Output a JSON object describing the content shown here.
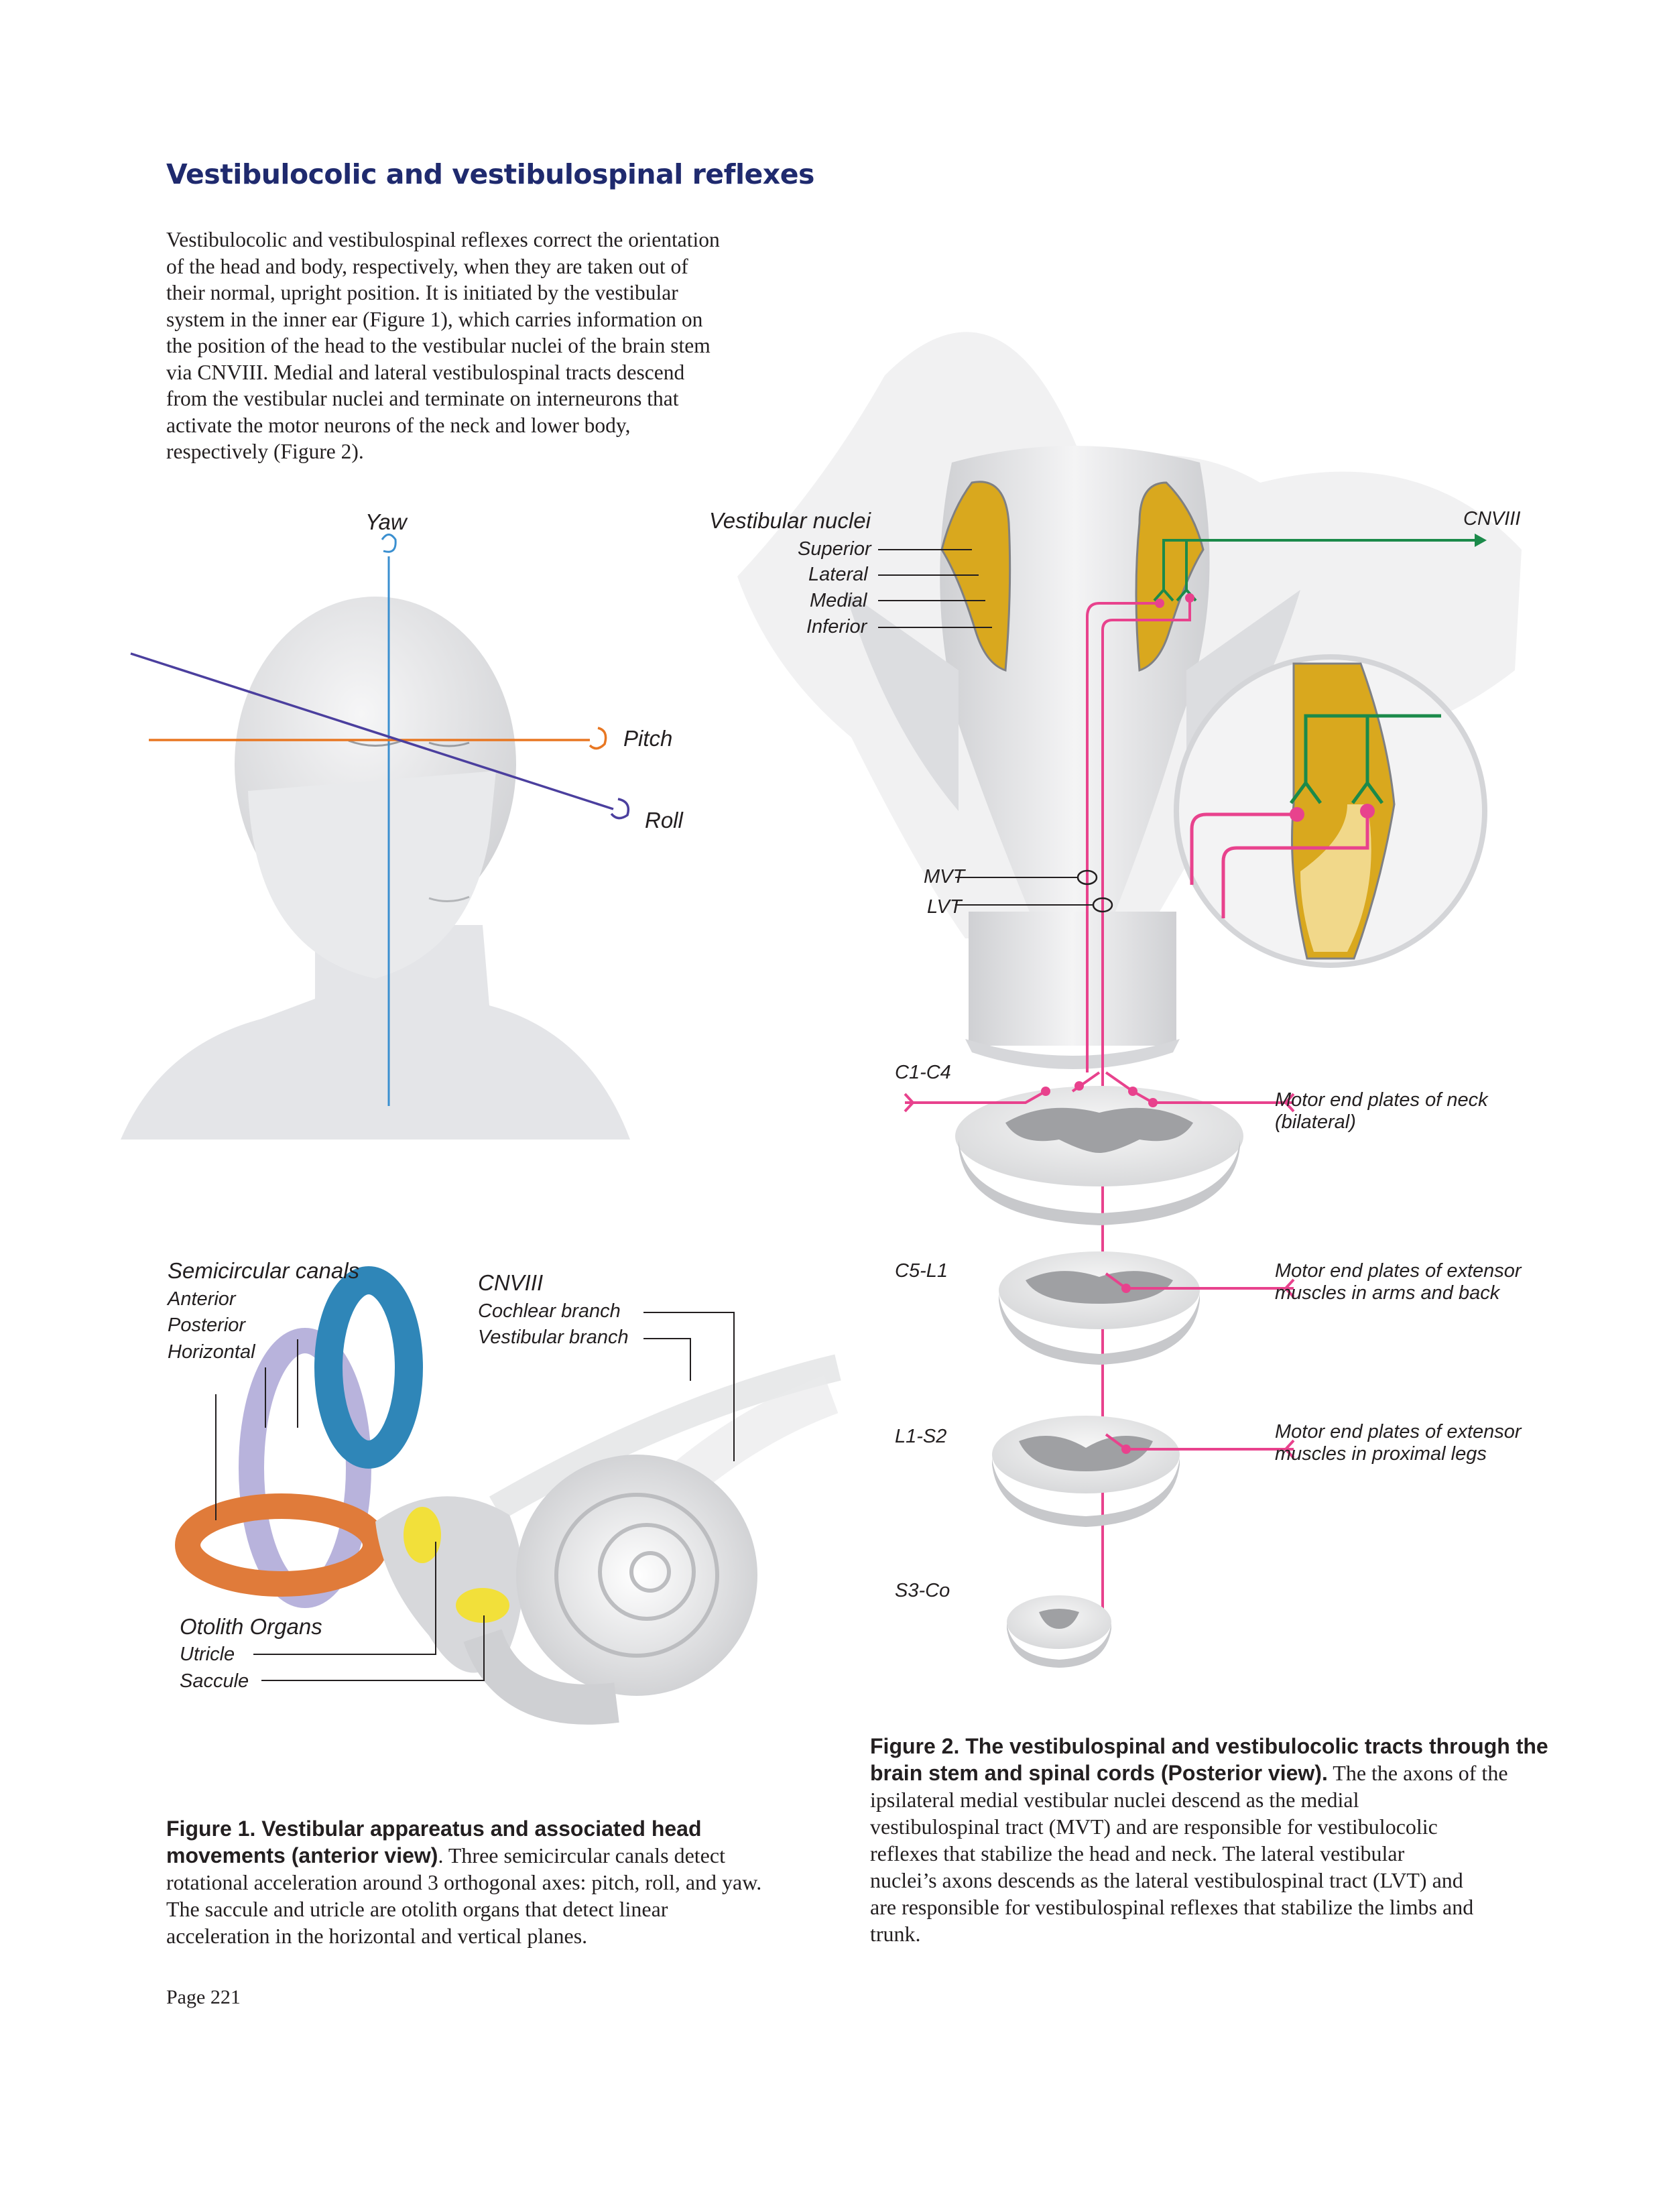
{
  "heading": "Vestibulocolic and vestibulospinal reflexes",
  "intro_lines": [
    "Vestibulocolic and vestibulospinal reflexes correct the orientation",
    "of the head and body, respectively, when they are taken out of",
    "their normal, upright position. It is initiated by the vestibular",
    "system in the inner ear (Figure 1), which carries information on",
    "the position of the head to the vestibular nuclei of the brain stem",
    "via CNVIII. Medial and lateral vestibulospinal tracts descend",
    "from the vestibular nuclei and terminate on interneurons that",
    "activate the motor neurons of the neck and lower body,",
    "respectively (Figure 2)."
  ],
  "head_axes": {
    "yaw": "Yaw",
    "pitch": "Pitch",
    "roll": "Roll"
  },
  "ear": {
    "semicircular_title": "Semicircular canals",
    "anterior": "Anterior",
    "posterior": "Posterior",
    "horizontal": "Horizontal",
    "cnviii_title": "CNVIII",
    "cochlear_branch": "Cochlear branch",
    "vestibular_branch": "Vestibular branch",
    "otolith_title": "Otolith Organs",
    "utricle": "Utricle",
    "saccule": "Saccule"
  },
  "brainstem": {
    "nuclei_title": "Vestibular nuclei",
    "superior": "Superior",
    "lateral": "Lateral",
    "medial": "Medial",
    "inferior": "Inferior",
    "cnviii": "CNVIII",
    "mvt": "MVT",
    "lvt": "LVT"
  },
  "spinal": {
    "c1c4": "C1-C4",
    "c5l1": "C5-L1",
    "l1s2": "L1-S2",
    "s3co": "S3-Co",
    "neck_line1": "Motor end plates of neck",
    "neck_line2": "(bilateral)",
    "arms_line1": "Motor end plates of extensor",
    "arms_line2": "muscles in arms and back",
    "legs_line1": "Motor end plates of extensor",
    "legs_line2": "muscles in proximal legs"
  },
  "figure1": {
    "bold_line1": "Figure 1. Vestibular appareatus and associated head",
    "bold_line2": "movements (anterior view)",
    "line2_rest": ". Three semicircular canals detect",
    "line3": "rotational acceleration around 3 orthogonal axes: pitch, roll, and yaw.",
    "line4": "The saccule and utricle are otolith organs that detect linear",
    "line5": "acceleration in the horizontal and vertical planes."
  },
  "figure2": {
    "bold_line1": "Figure 2. The vestibulospinal and vestibulocolic tracts through the",
    "bold_line2": "brain stem and spinal cords (Posterior view).",
    "line2_rest": " The the axons of the",
    "line3": "ipsilateral medial vestibular nuclei descend as the medial",
    "line4": "vestibulospinal tract (MVT) and are responsible for vestibulocolic",
    "line5": "reflexes that stabilize the head and neck. The lateral vestibular",
    "line6": "nuclei’s axons descends as the lateral vestibulospinal tract (LVT) and",
    "line7": "are responsible for vestibulospinal reflexes that stabilize the limbs and",
    "line8": "trunk."
  },
  "page_number": "Page 221",
  "colors": {
    "heading": "#1f2a6e",
    "pink_tract": "#e8428d",
    "green_nerve": "#1b8a4a",
    "nuclei_gold": "#d9a81e",
    "anterior_canal": "#2f86b8",
    "horizontal_canal": "#e07b3a",
    "posterior_canal": "#b8b3dc",
    "otolith_yellow": "#f2e03a",
    "yaw_axis": "#3a8fd0",
    "pitch_axis": "#e87722",
    "roll_axis": "#4b3f9e"
  }
}
